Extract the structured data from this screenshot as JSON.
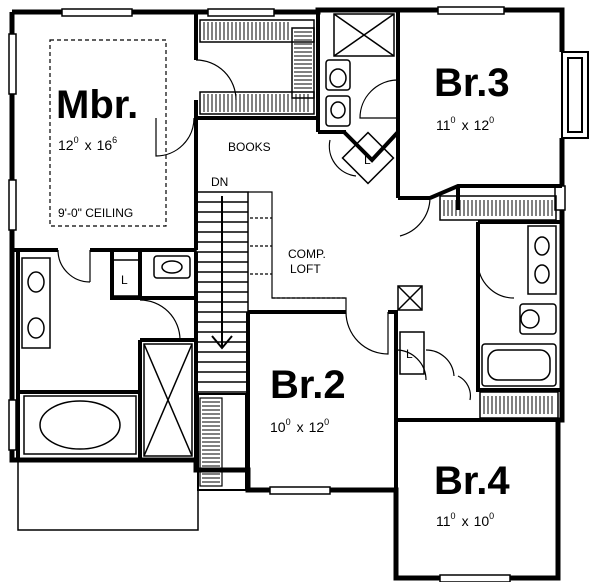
{
  "rooms": {
    "mbr": {
      "name": "Mbr.",
      "dim_w": "12",
      "dim_w_sup": "0",
      "dim_sep": "x",
      "dim_l": "16",
      "dim_l_sup": "6",
      "note": "9'-0\" CEILING"
    },
    "br3": {
      "name": "Br.3",
      "dim_w": "11",
      "dim_w_sup": "0",
      "dim_sep": "x",
      "dim_l": "12",
      "dim_l_sup": "0"
    },
    "br2": {
      "name": "Br.2",
      "dim_w": "10",
      "dim_w_sup": "0",
      "dim_sep": "x",
      "dim_l": "12",
      "dim_l_sup": "0"
    },
    "br4": {
      "name": "Br.4",
      "dim_w": "11",
      "dim_w_sup": "0",
      "dim_sep": "x",
      "dim_l": "10",
      "dim_l_sup": "0"
    }
  },
  "labels": {
    "books": "BOOKS",
    "dn": "DN",
    "comp1": "COMP.",
    "comp2": "LOFT",
    "linen": "L"
  }
}
